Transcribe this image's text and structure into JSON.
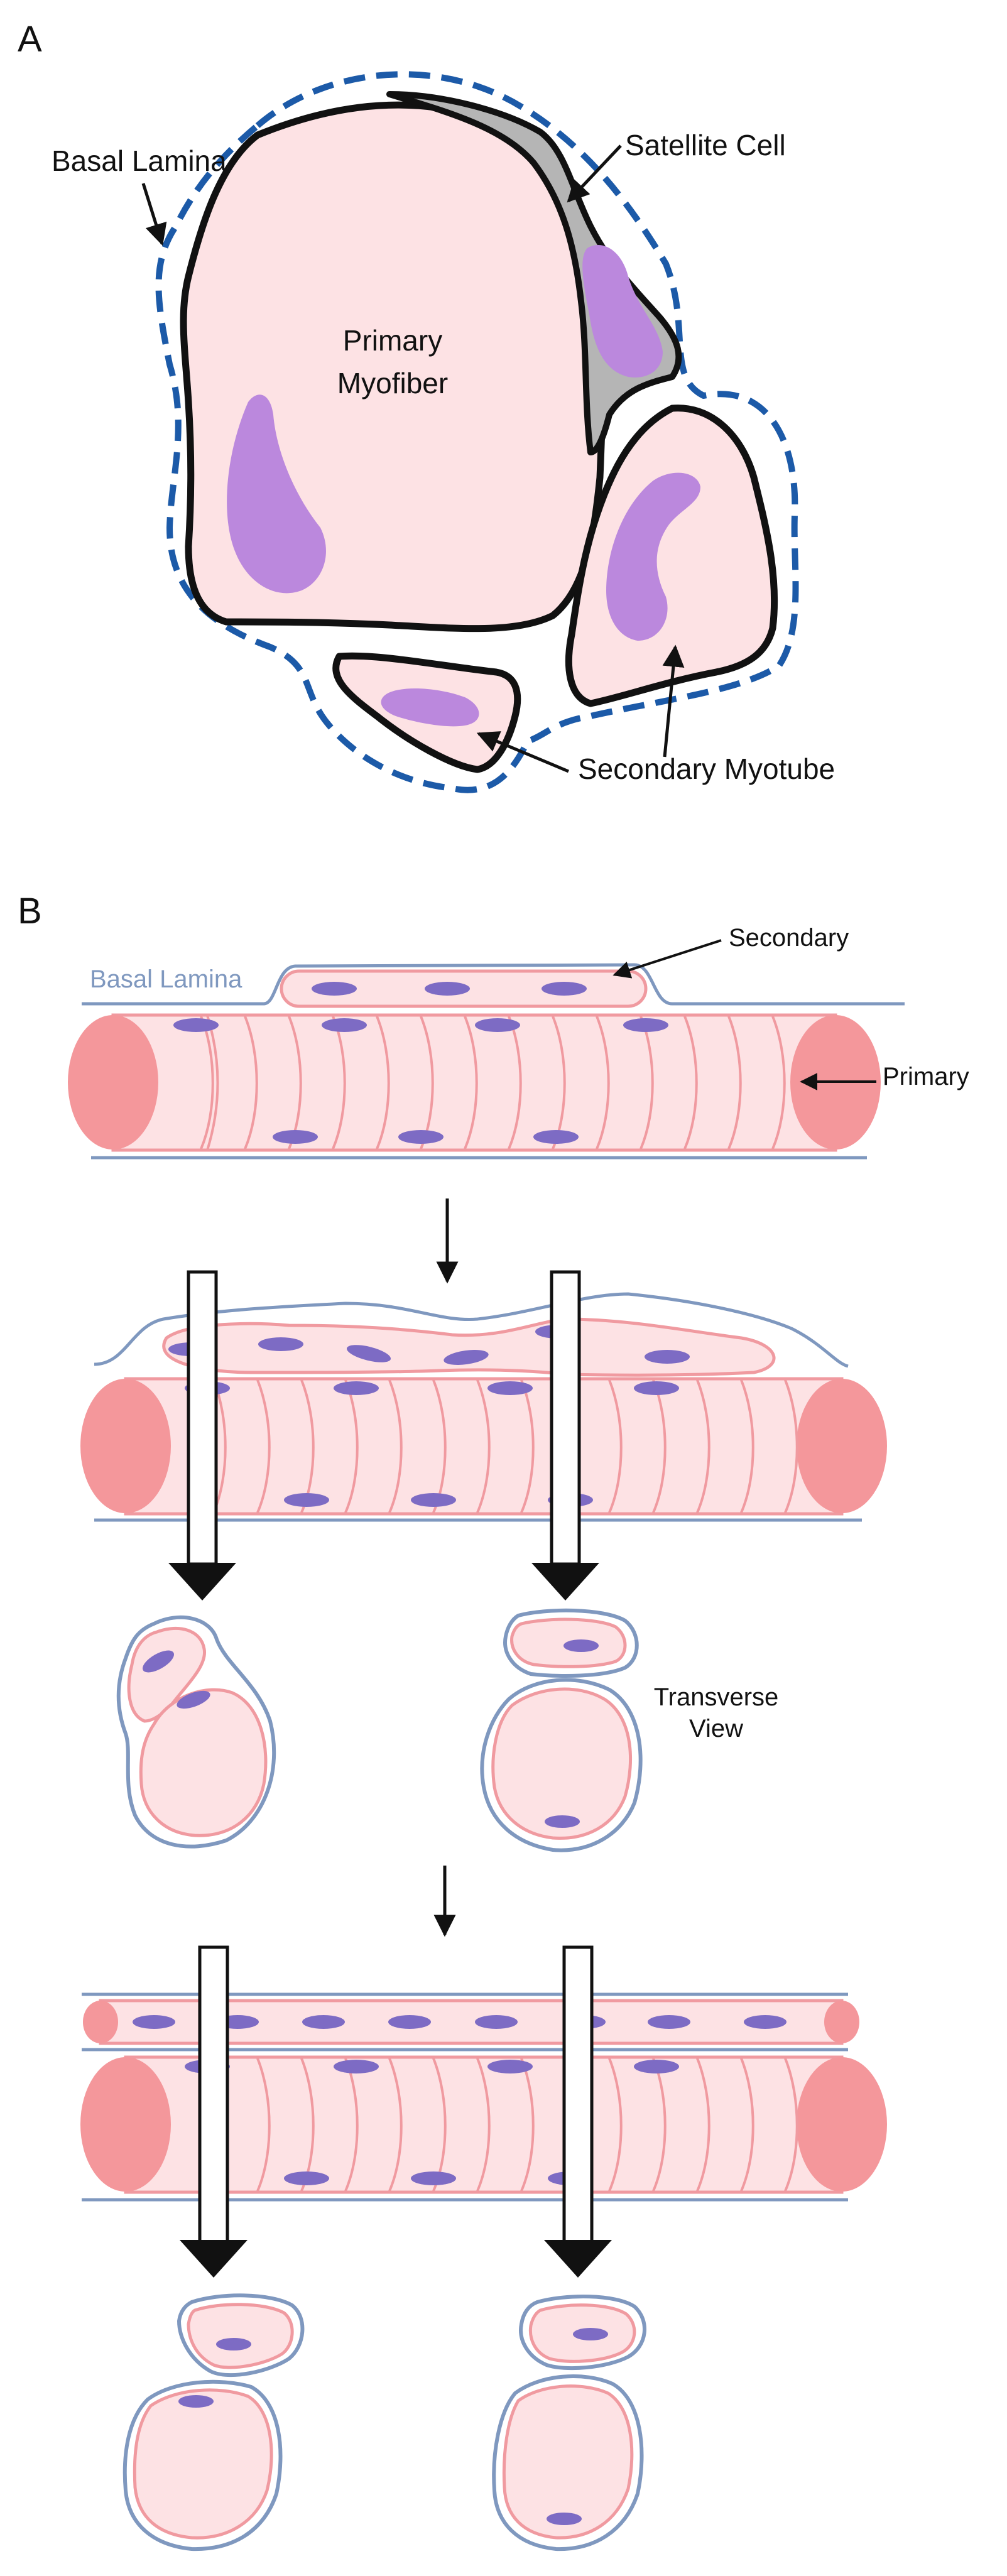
{
  "panels": {
    "a": {
      "letter": "A",
      "labels": {
        "basal_lamina": "Basal Lamina",
        "satellite_cell": "Satellite Cell",
        "primary_myofiber_line1": "Primary",
        "primary_myofiber_line2": "Myofiber",
        "secondary_myotube": "Secondary Myotube"
      }
    },
    "b": {
      "letter": "B",
      "labels": {
        "basal_lamina": "Basal Lamina",
        "secondary": "Secondary",
        "primary": "Primary",
        "transverse_line1": "Transverse",
        "transverse_line2": "View"
      }
    }
  },
  "colors": {
    "cell_fill": "#fde2e4",
    "cell_outline": "#f09aa0",
    "fiber_end": "#f4979b",
    "lamina": "#7f98bf",
    "nucleus_a": "#bb88dd",
    "nucleus_b": "#7d6bc4",
    "satellite": "#b5b5b5",
    "dashed_lamina": "#1c5aa8"
  }
}
